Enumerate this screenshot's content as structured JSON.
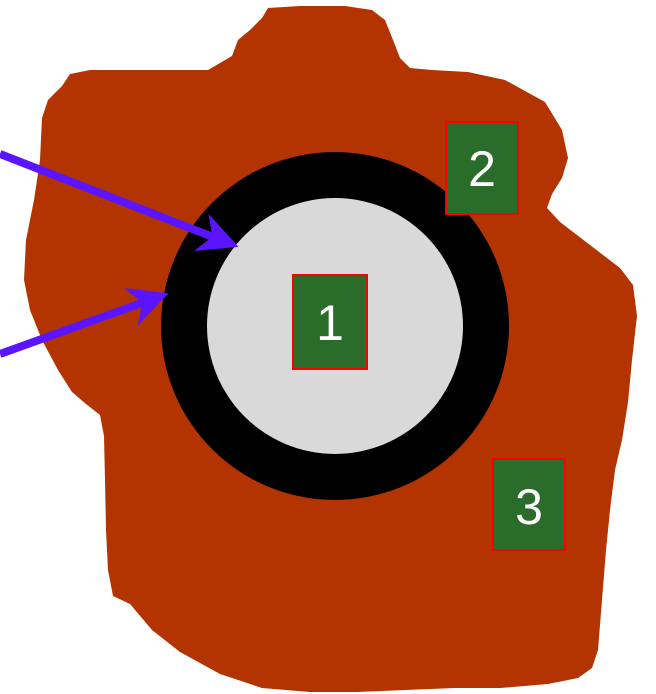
{
  "diagram": {
    "colors": {
      "region": "#b33400",
      "ring": "#000000",
      "core": "#d9d9d9",
      "label_fill": "#2a6d2a",
      "label_border": "#ff0000",
      "label_text": "#ffffff",
      "arrow": "#5b14ff"
    },
    "labels": {
      "core": "1",
      "upper_right": "2",
      "lower_right": "3"
    },
    "arrows": [
      {
        "id": "arrow-upper",
        "points_to": "core-edge"
      },
      {
        "id": "arrow-lower",
        "points_to": "ring-edge"
      }
    ]
  }
}
